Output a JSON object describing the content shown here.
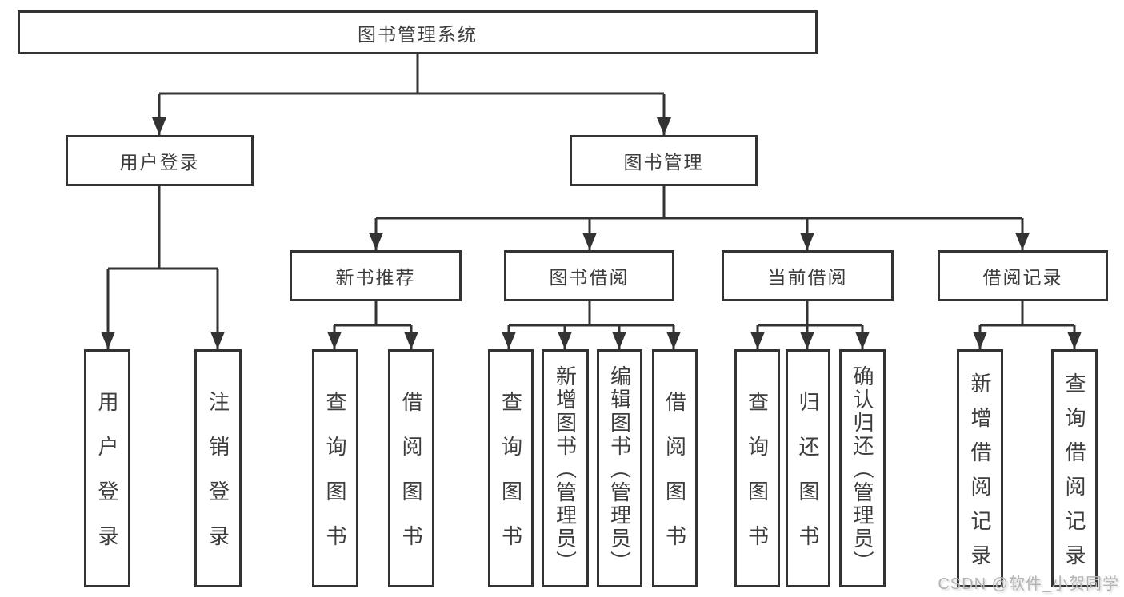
{
  "diagram": {
    "type": "hierarchy-tree",
    "root": {
      "label": "图书管理系统"
    },
    "level2": [
      {
        "label": "用户登录",
        "parent": "图书管理系统"
      },
      {
        "label": "图书管理",
        "parent": "图书管理系统"
      }
    ],
    "level3": [
      {
        "label": "新书推荐",
        "parent": "图书管理"
      },
      {
        "label": "图书借阅",
        "parent": "图书管理"
      },
      {
        "label": "当前借阅",
        "parent": "图书管理"
      },
      {
        "label": "借阅记录",
        "parent": "图书管理"
      }
    ],
    "leaves": [
      {
        "label": "用户登录",
        "parent": "用户登录"
      },
      {
        "label": "注销登录",
        "parent": "用户登录"
      },
      {
        "label": "查询图书",
        "parent": "新书推荐"
      },
      {
        "label": "借阅图书",
        "parent": "新书推荐"
      },
      {
        "label": "查询图书",
        "parent": "图书借阅"
      },
      {
        "label": "新增图书（管理员）",
        "parent": "图书借阅"
      },
      {
        "label": "编辑图书（管理员）",
        "parent": "图书借阅"
      },
      {
        "label": "借阅图书",
        "parent": "图书借阅"
      },
      {
        "label": "查询图书",
        "parent": "当前借阅"
      },
      {
        "label": "归还图书",
        "parent": "当前借阅"
      },
      {
        "label": "确认归还（管理员）",
        "parent": "当前借阅"
      },
      {
        "label": "新增借阅记录",
        "parent": "借阅记录"
      },
      {
        "label": "查询借阅记录",
        "parent": "借阅记录"
      }
    ],
    "watermark": "CSDN @软件_小贺同学",
    "colors": {
      "line": "#333333",
      "text": "#3d3d3d",
      "background": "#ffffff",
      "watermark": "#b3b3b3"
    }
  }
}
